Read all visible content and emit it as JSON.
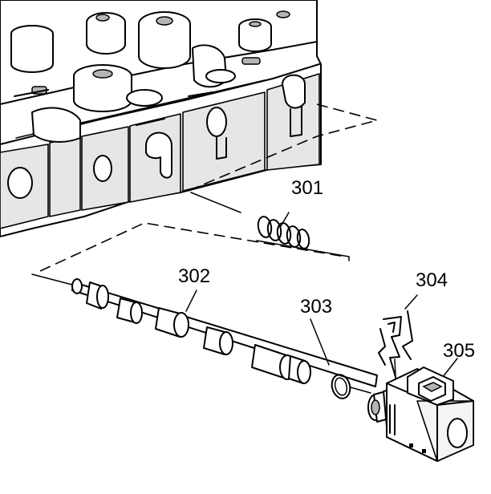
{
  "callouts": [
    {
      "id": "301",
      "label": "301"
    },
    {
      "id": "302",
      "label": "302"
    },
    {
      "id": "303",
      "label": "303"
    },
    {
      "id": "304",
      "label": "304"
    },
    {
      "id": "305",
      "label": "305"
    }
  ]
}
